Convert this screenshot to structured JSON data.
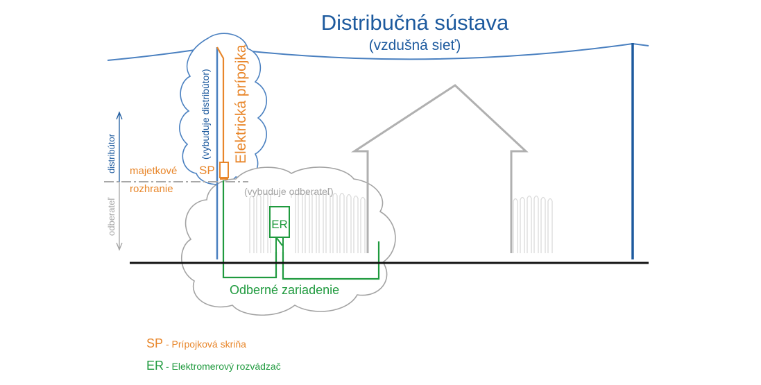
{
  "title": "Distribučná sústava",
  "subtitle": "(vzdušná sieť)",
  "labels": {
    "vertical_distributor": "(vybuduje distribútor)",
    "connection": "Elektrická prípojka",
    "sp": "SP",
    "ownership_line1": "majetkové",
    "ownership_line2": "rozhranie",
    "side_distributor": "distribútor",
    "side_customer": "odberateľ",
    "built_by_customer": "(vybuduje odberateľ)",
    "er": "ER",
    "equipment": "Odberné zariadenie"
  },
  "legend": [
    {
      "code": "SP",
      "text": "- Prípojková skriňa",
      "color": "#e8862a"
    },
    {
      "code": "ER",
      "text": "- Elektromerový rozvádzač",
      "color": "#1f9a3e"
    }
  ],
  "colors": {
    "blue": "#1d5a9e",
    "line_blue": "#4a80c0",
    "orange": "#e8862a",
    "green": "#1f9a3e",
    "gray": "#a3a3a3",
    "ground": "#111111"
  }
}
